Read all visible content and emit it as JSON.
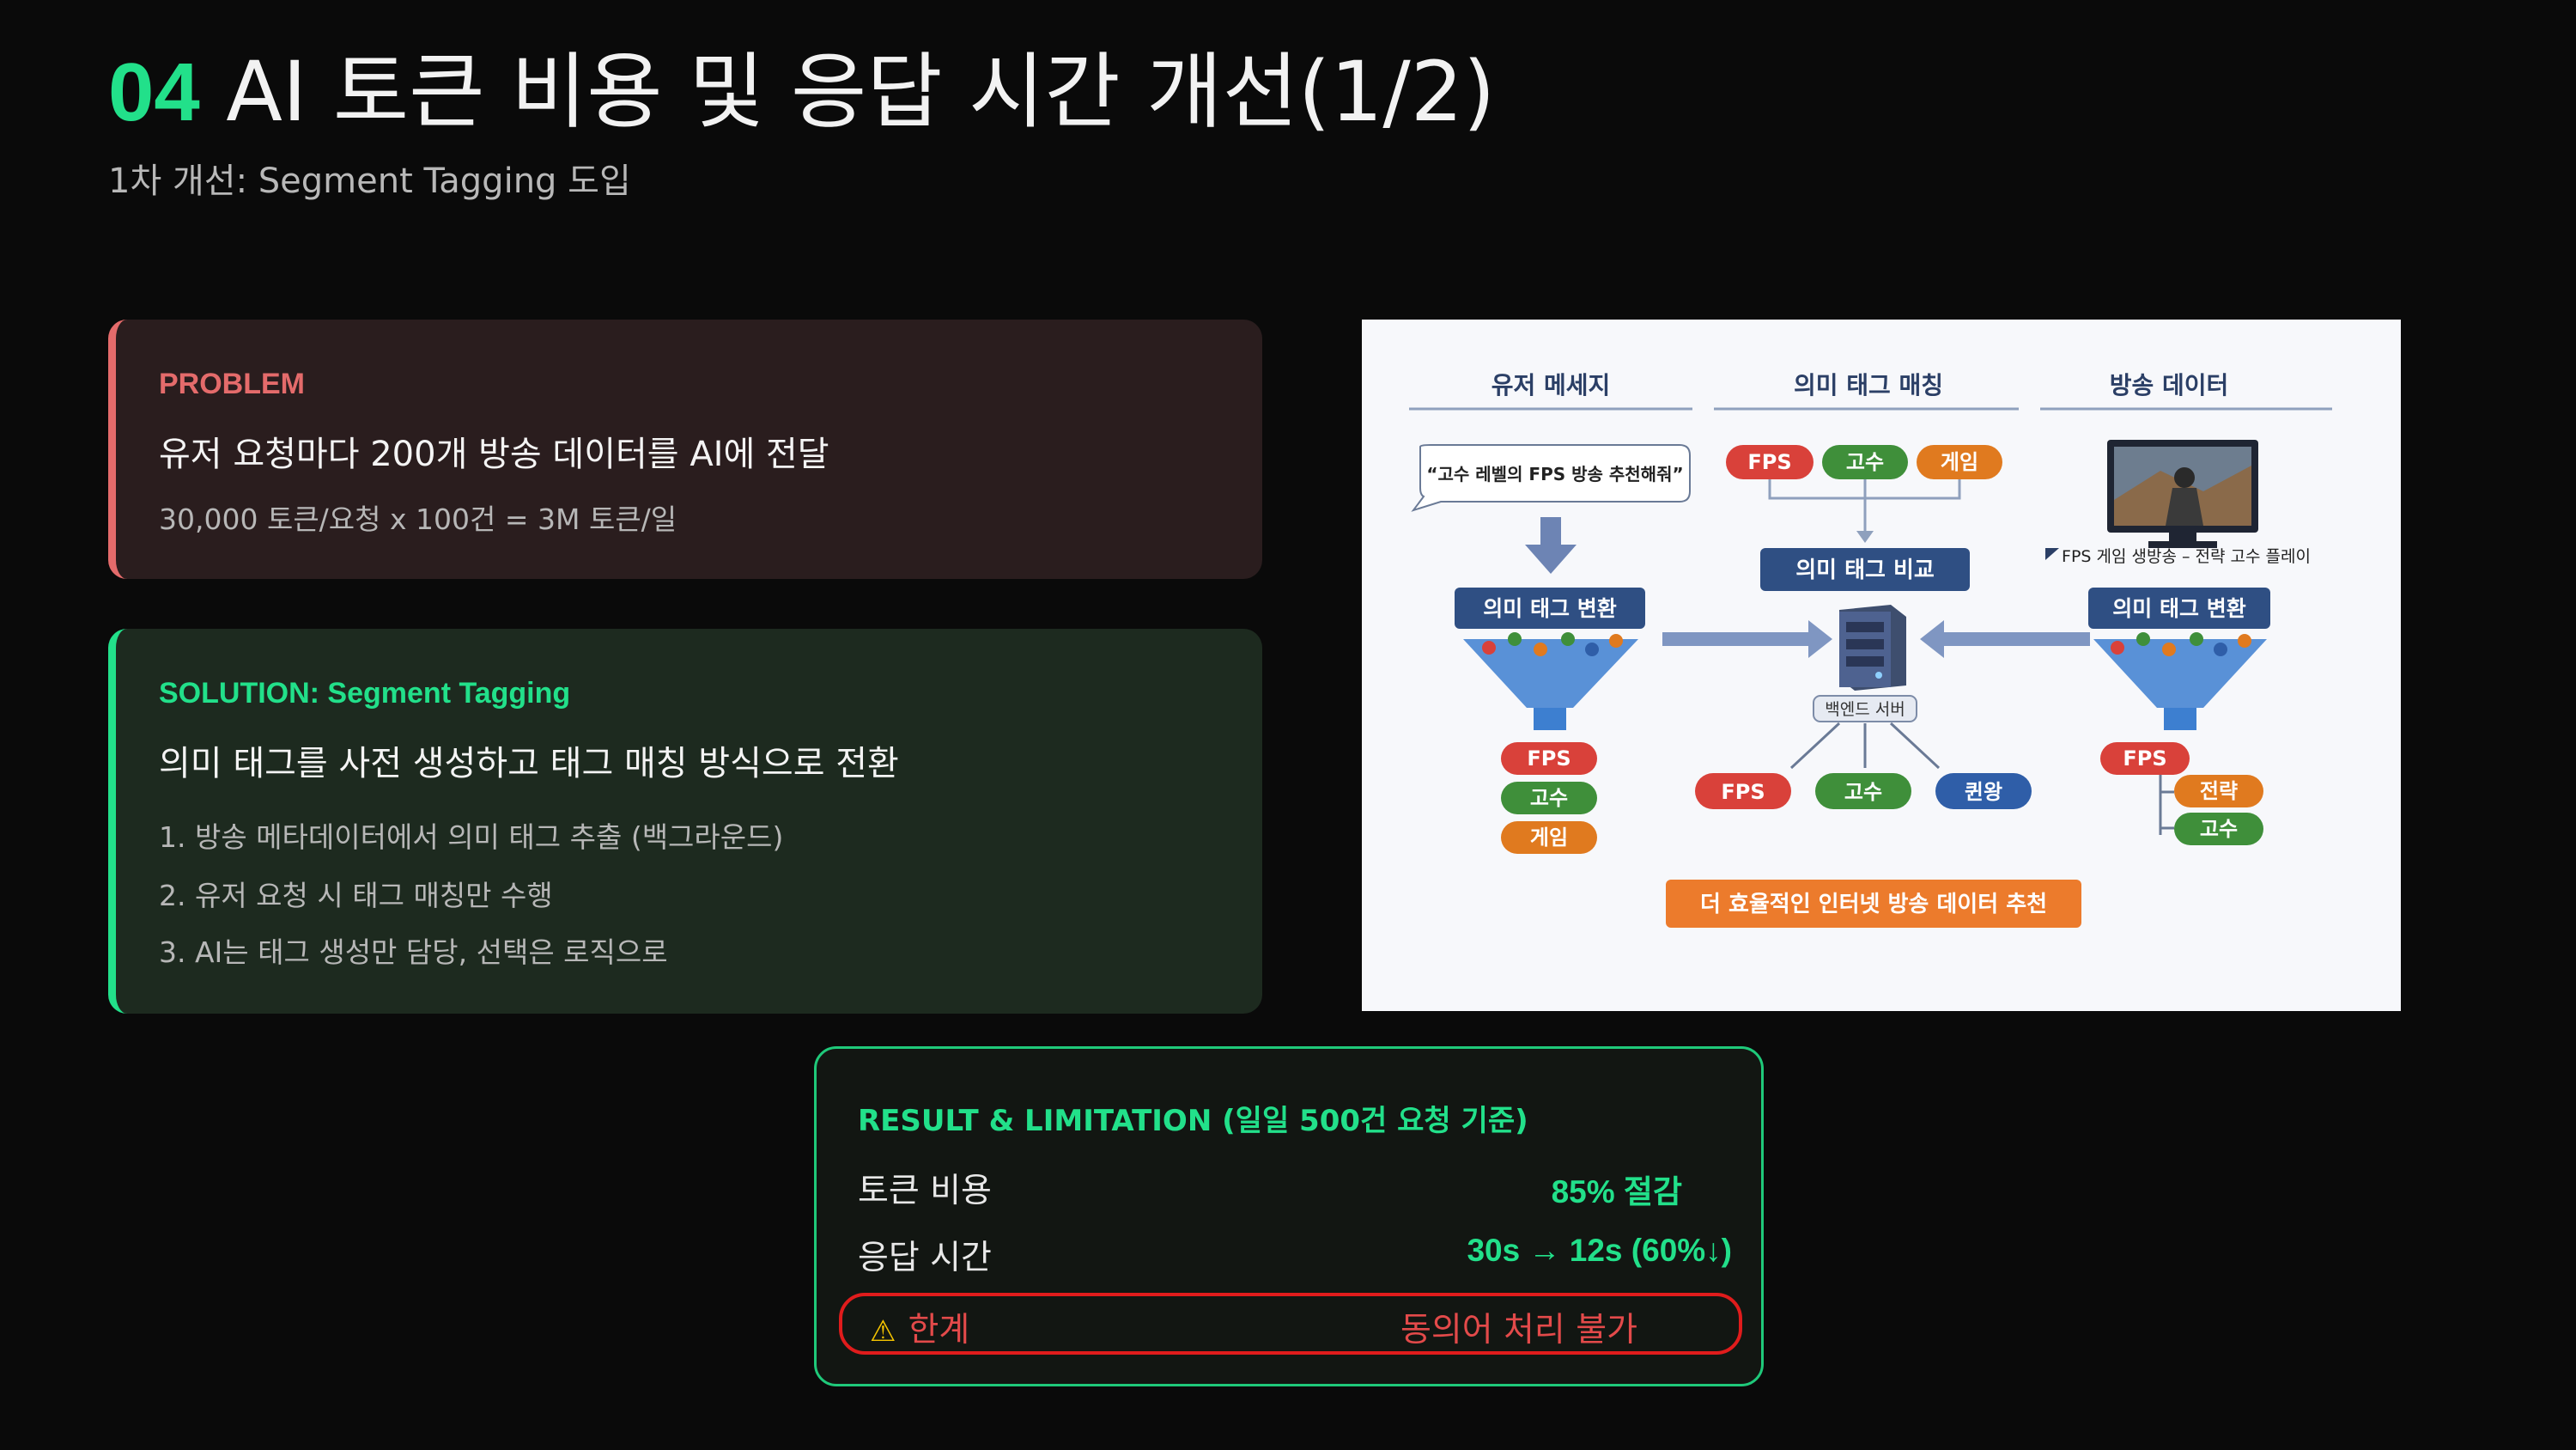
{
  "header": {
    "number": "04",
    "title": "AI 토큰 비용 및 응답 시간 개선(1/2)",
    "subtitle": "1차 개선: Segment Tagging 도입"
  },
  "problem": {
    "tag": "PROBLEM",
    "lead": "유저 요청마다 200개 방송 데이터를 AI에 전달",
    "detail": "30,000 토큰/요청 x 100건 = 3M 토큰/일"
  },
  "solution": {
    "tag": "SOLUTION: Segment Tagging",
    "lead": "의미 태그를 사전 생성하고 태그 매칭 방식으로 전환",
    "steps": [
      "1. 방송 메타데이터에서 의미 태그 추출 (백그라운드)",
      "2. 유저 요청 시 태그 매칭만 수행",
      "3. AI는 태그 생성만 담당, 선택은 로직으로"
    ]
  },
  "diagram": {
    "col_user": "유저 메세지",
    "col_match": "의미 태그 매칭",
    "col_broadcast": "방송 데이터",
    "user_bubble": "“고수 레벨의 FPS 방송 추천해줘”",
    "convert_label": "의미 태그 변환",
    "compare_label": "의미 태그 비교",
    "server_label": "백엔드 서버",
    "broadcast_caption": "FPS 게임 생방송 – 전략 고수 플레이",
    "tag_fps": "FPS",
    "tag_expert": "고수",
    "tag_game": "게임",
    "tag_strategy": "전략",
    "tag_king": "퀸왕",
    "result_banner": "더 효율적인 인터넷 방송 데이터 추천",
    "colors": {
      "red": "#d9413a",
      "green": "#3f8f3a",
      "orange": "#e07a1f",
      "navy": "#2f4f83",
      "blue": "#2f5ea8"
    }
  },
  "result": {
    "title": "RESULT & LIMITATION (일일 500건 요청 기준)",
    "rows": [
      {
        "label": "토큰 비용",
        "value": "85% 절감"
      },
      {
        "label": "응답 시간",
        "value": "30s → 12s (60%↓)"
      }
    ],
    "limit_label": "한계",
    "limit_value": "동의어 처리 불가"
  }
}
